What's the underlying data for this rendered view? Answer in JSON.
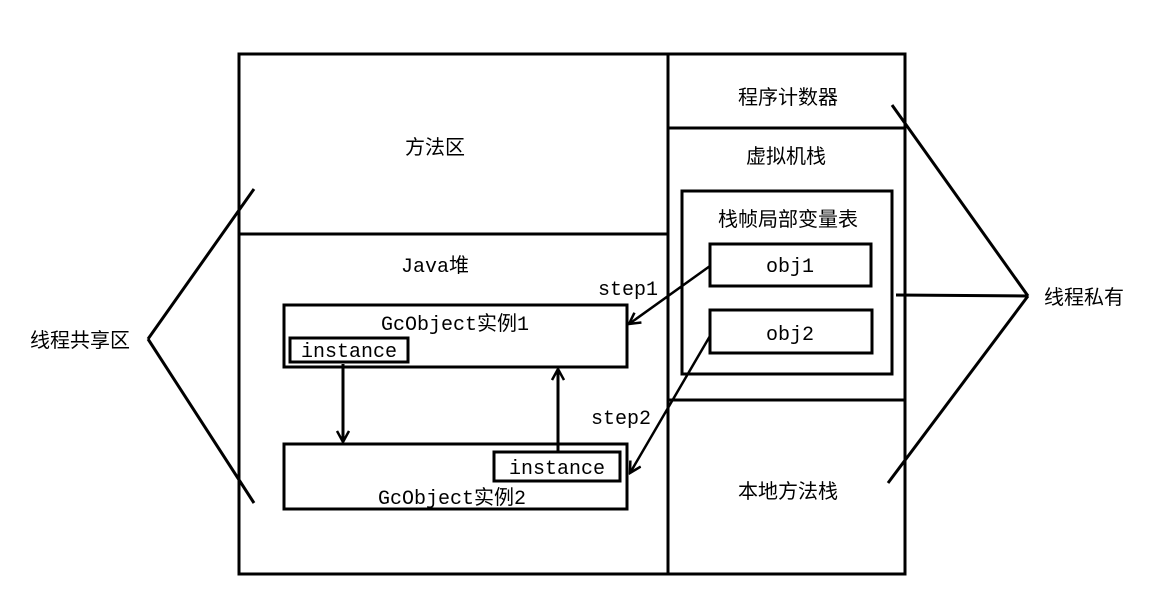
{
  "diagram": {
    "title": "JVM memory areas - GC circular reference",
    "colors": {
      "stroke": "#000000",
      "background": "#ffffff"
    },
    "regions": {
      "method_area": "方法区",
      "java_heap": "Java堆",
      "program_counter": "程序计数器",
      "vm_stack": "虚拟机栈",
      "stack_frame_local_vars": "栈帧局部变量表",
      "native_method_stack": "本地方法栈"
    },
    "locals": [
      "obj1",
      "obj2"
    ],
    "objects": [
      {
        "label": "GcObject实例1",
        "field": "instance"
      },
      {
        "label": "GcObject实例2",
        "field": "instance"
      }
    ],
    "steps": [
      "step1",
      "step2"
    ],
    "brackets": {
      "shared": "线程共享区",
      "private": "线程私有"
    },
    "edges": [
      {
        "from": "obj1",
        "to": "GcObject实例1",
        "label": "step1"
      },
      {
        "from": "obj2",
        "to": "GcObject实例2.instance",
        "label": "step2"
      },
      {
        "from": "GcObject实例1.instance",
        "to": "GcObject实例2"
      },
      {
        "from": "GcObject实例2.instance",
        "to": "GcObject实例1"
      }
    ]
  }
}
